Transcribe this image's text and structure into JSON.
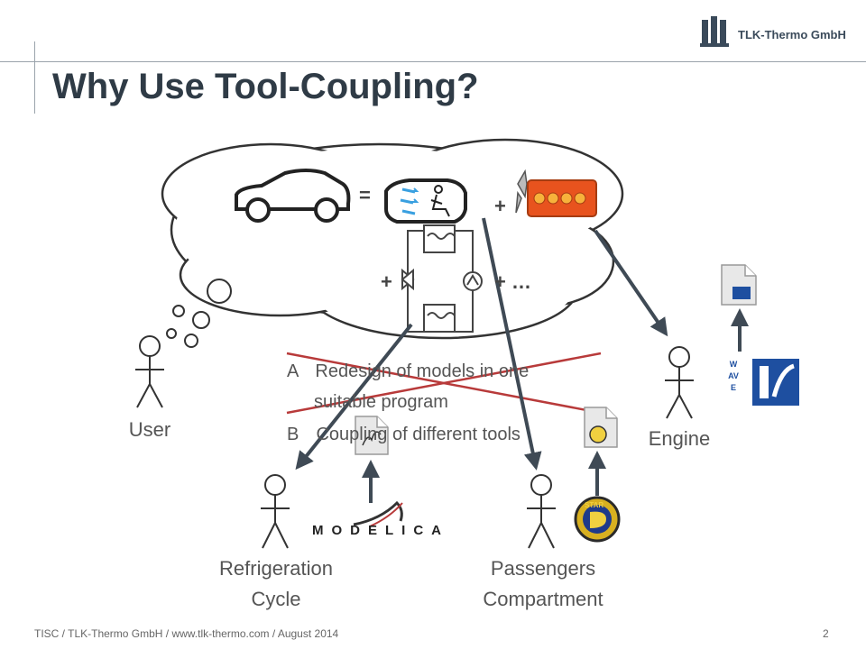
{
  "header": {
    "title": "Why Use Tool-Coupling?",
    "brand_name": "TLK-Thermo GmbH"
  },
  "thought": {
    "equals": "=",
    "plus_1": "+",
    "plus_2": "+",
    "plus_more": "+ …"
  },
  "options": [
    {
      "letter": "A",
      "text_line1": "Redesign of models in one",
      "text_line2": "suitable program",
      "struck": true
    },
    {
      "letter": "B",
      "text_line1": "Coupling of different tools",
      "struck": false
    }
  ],
  "actors": {
    "user": "User",
    "engine": "Engine",
    "refrigeration_line1": "Refrigeration",
    "refrigeration_line2": "Cycle",
    "passengers_line1": "Passengers",
    "passengers_line2": "Compartment"
  },
  "tools": {
    "modelica": "MODELICA",
    "wave": "WAVE",
    "star": "STAR"
  },
  "footer": {
    "text": "TISC / TLK-Thermo GmbH / www.tlk-thermo.com / August 2014",
    "page_number": "2"
  },
  "colors": {
    "strike": "#b83a3a",
    "arrow": "#3f4a55",
    "engine_fill": "#e8531e",
    "wave_blue": "#1e4fa0",
    "star_gold": "#d8b020"
  },
  "icons": [
    "company-logo-icon",
    "car-icon",
    "passenger-cabin-icon",
    "engine-icon",
    "refrigeration-circuit-icon",
    "stick-figure-icon",
    "file-icon",
    "wave-logo-icon",
    "star-cd-logo-icon",
    "modelica-logo-icon"
  ]
}
